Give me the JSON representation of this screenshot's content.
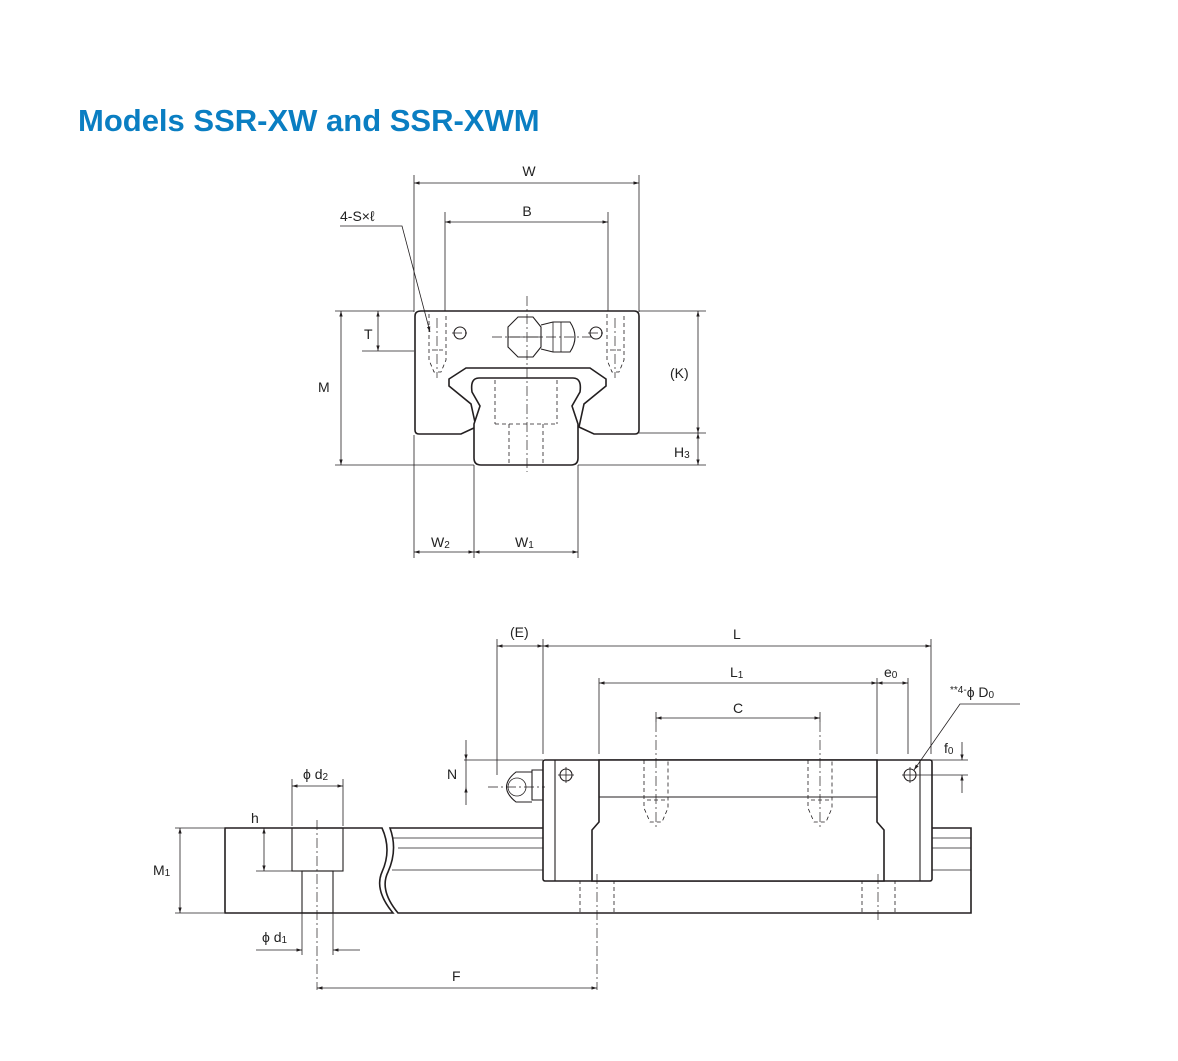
{
  "title": "Models SSR-XW and SSR-XWM",
  "front_view": {
    "labels": {
      "W": "W",
      "B": "B",
      "bolt": "4-S×ℓ",
      "T": "T",
      "M": "M",
      "K": "(K)",
      "H3_main": "H",
      "H3_sub": "3",
      "W2_main": "W",
      "W2_sub": "2",
      "W1_main": "W",
      "W1_sub": "1"
    }
  },
  "side_view": {
    "labels": {
      "E": "(E)",
      "L": "L",
      "L1_main": "L",
      "L1_sub": "1",
      "e0_main": "e",
      "e0_sub": "0",
      "C": "C",
      "D0_prefix": "**4-",
      "D0_main": "ϕ D",
      "D0_sub": "0",
      "f0_main": "f",
      "f0_sub": "0",
      "N": "N",
      "d2_main": "ϕ d",
      "d2_sub": "2",
      "h": "h",
      "M1_main": "M",
      "M1_sub": "1",
      "d1_main": "ϕ d",
      "d1_sub": "1",
      "F": "F"
    }
  }
}
